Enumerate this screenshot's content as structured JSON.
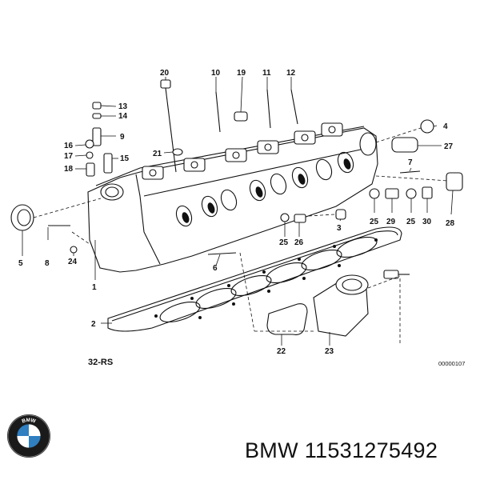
{
  "diagram": {
    "callouts": [
      "1",
      "2",
      "3",
      "4",
      "5",
      "6",
      "7",
      "8",
      "9",
      "10",
      "11",
      "12",
      "13",
      "14",
      "15",
      "16",
      "17",
      "18",
      "19",
      "20",
      "21",
      "22",
      "23",
      "24",
      "25",
      "25",
      "25",
      "26",
      "27",
      "28",
      "29",
      "30"
    ],
    "group_label": "32-RS",
    "doc_number": "00000107"
  },
  "footer": {
    "brand": "BMW",
    "part_number": "11531275492",
    "logo_text": "BMW",
    "colors": {
      "logo_blue": "#2f7fc1",
      "logo_dark": "#1a1a1a",
      "text": "#111111"
    }
  }
}
